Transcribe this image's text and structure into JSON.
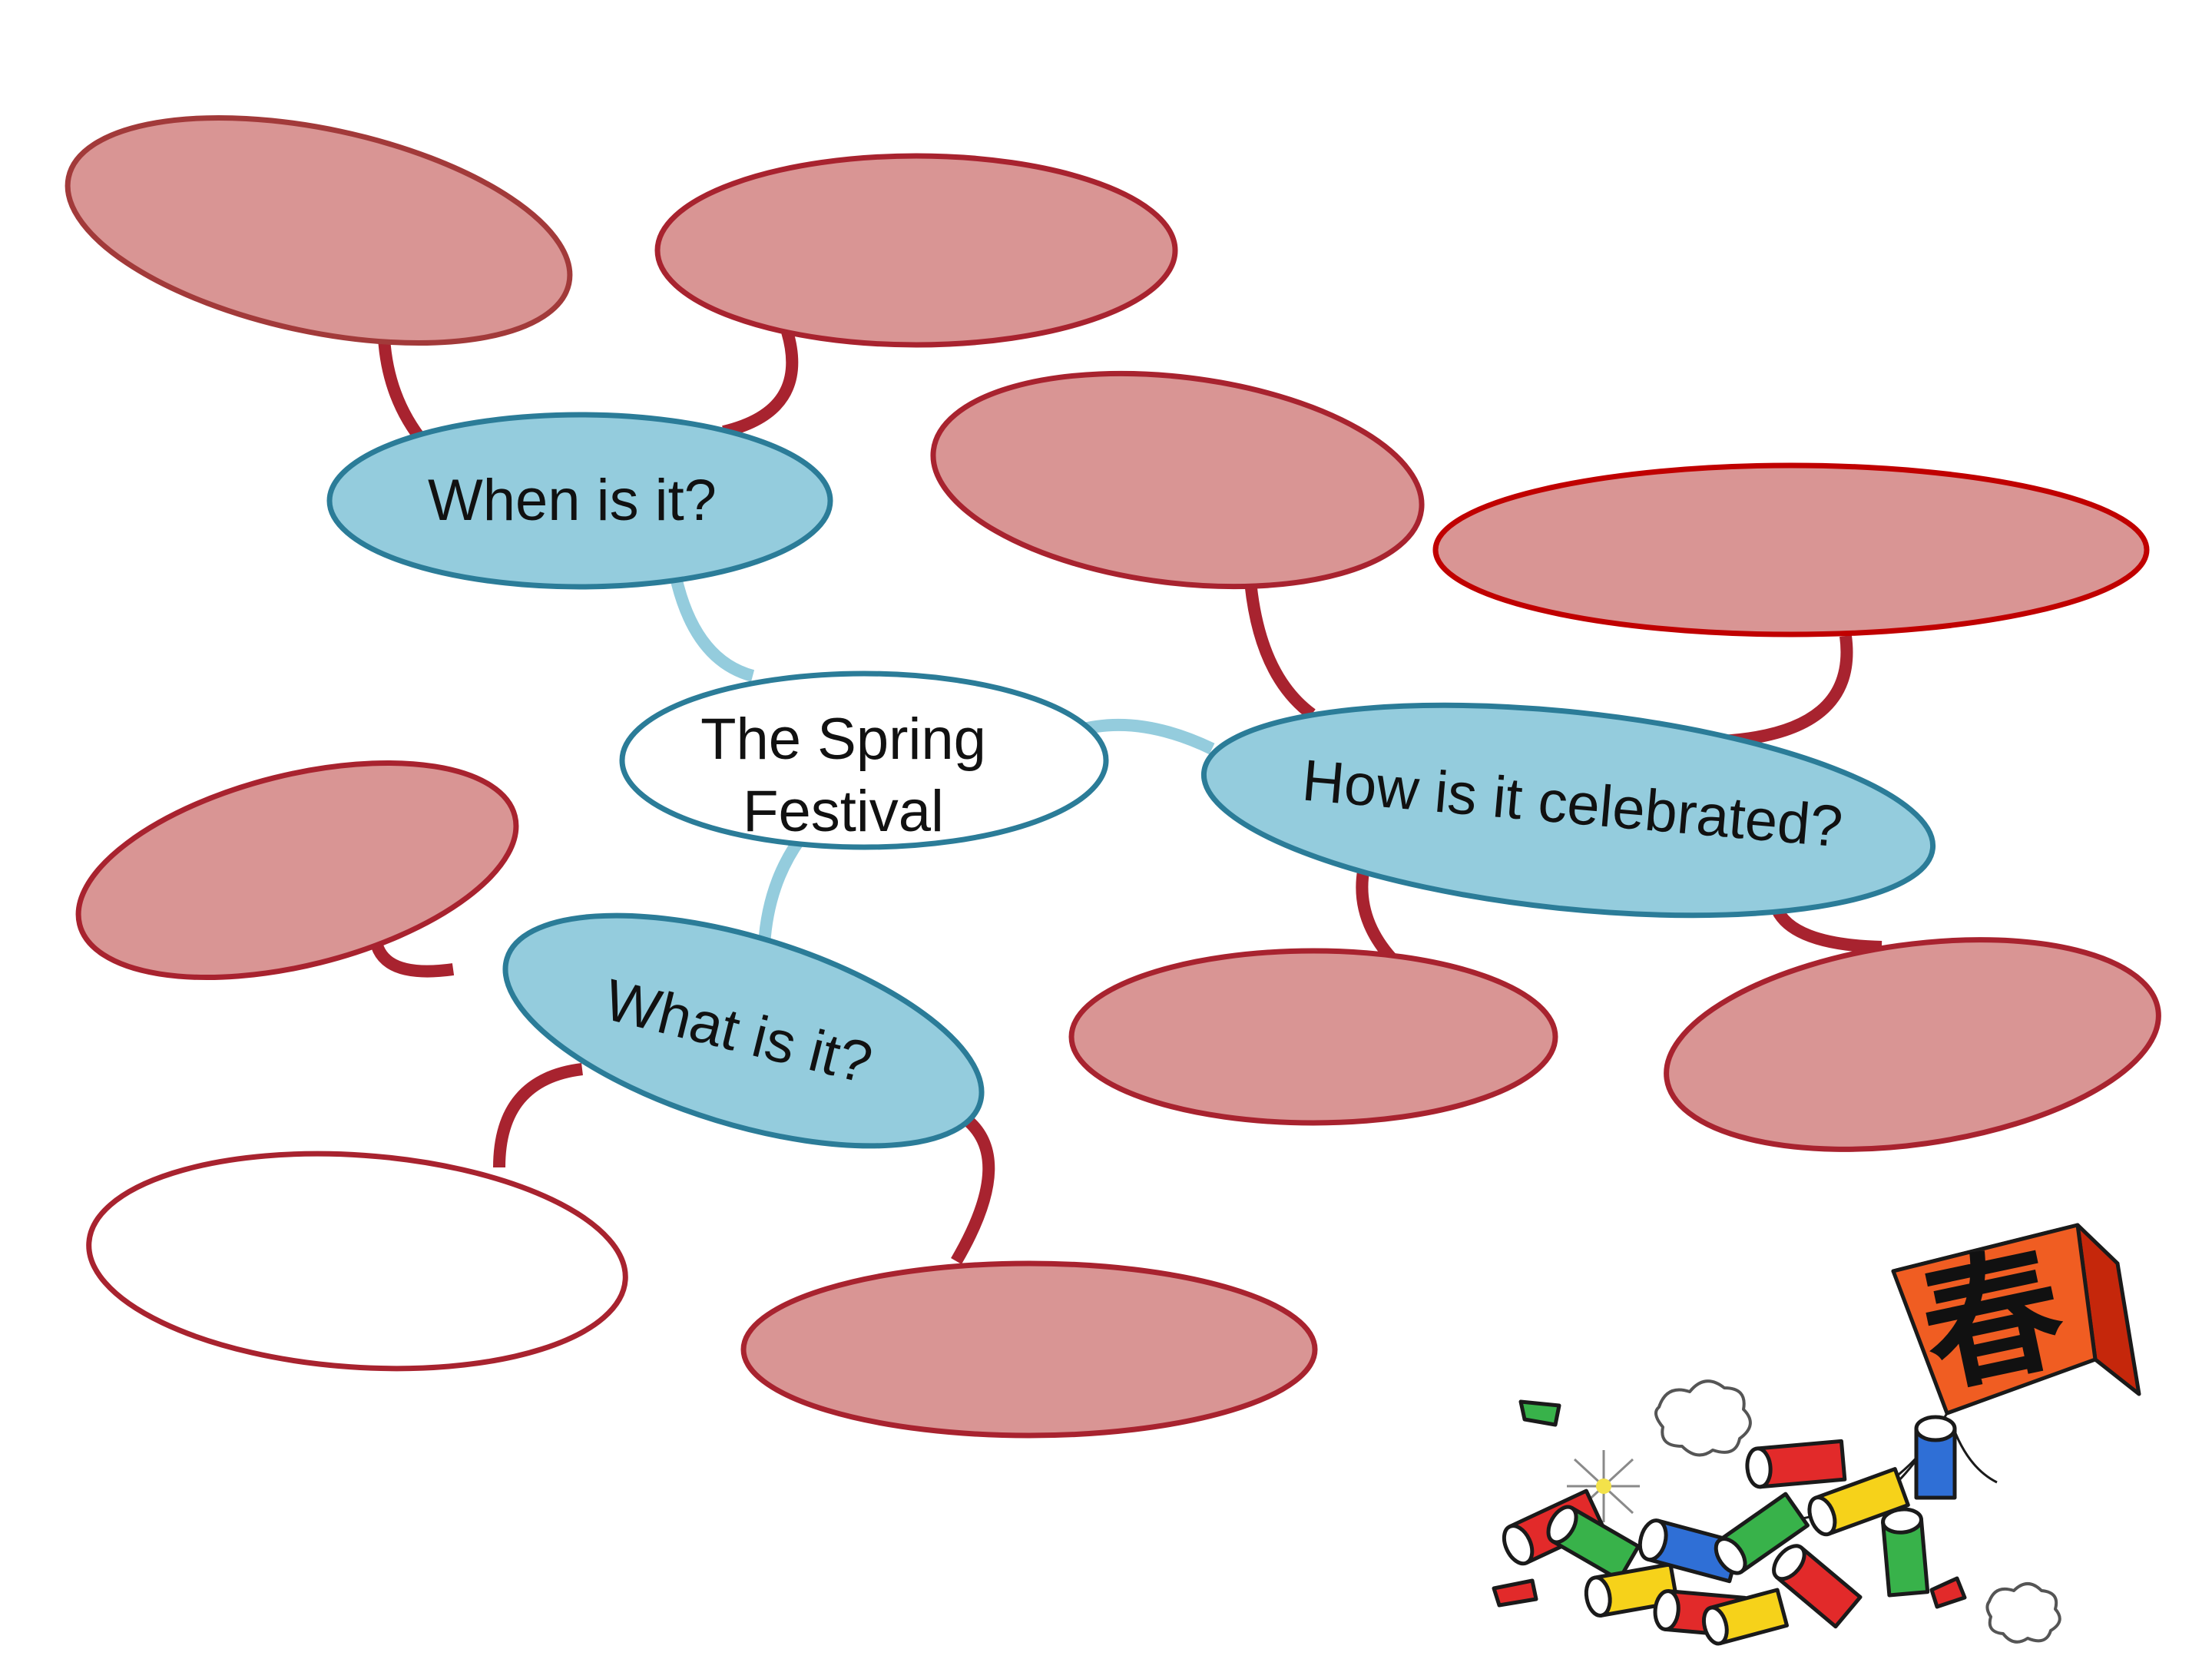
{
  "diagram": {
    "center": {
      "line1": "The Spring",
      "line2": "Festival"
    },
    "branches": {
      "when": {
        "label": "When is it?"
      },
      "how": {
        "label": "How is it celebrated?"
      },
      "what": {
        "label": "What is it?"
      }
    },
    "image": {
      "character": "春"
    }
  },
  "colors": {
    "topic_fill": "#94ccdd",
    "topic_stroke": "#2b7c98",
    "topic_connector": "#94ccdd",
    "detail_fill": "#d99594",
    "detail_stroke": "#a8232f",
    "detail_connector": "#a8232f",
    "background": "#ffffff"
  }
}
